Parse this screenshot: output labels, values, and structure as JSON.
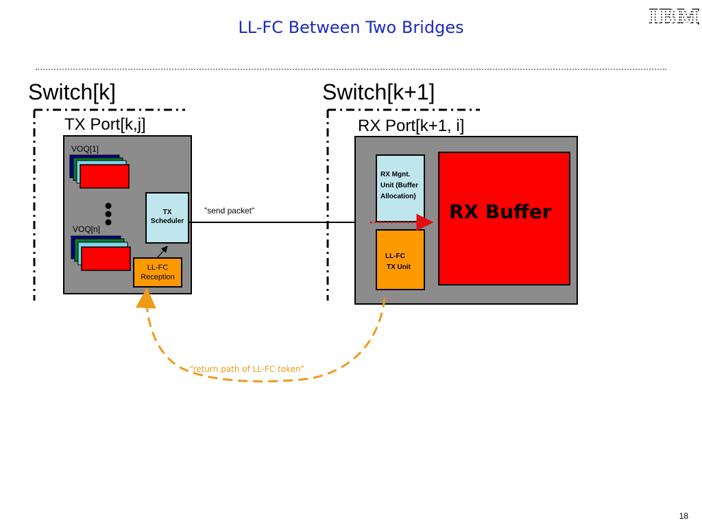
{
  "slide": {
    "title": "LL-FC Between Two Bridges",
    "logo": "IBM",
    "page_number": "18"
  },
  "left": {
    "switch_label": "Switch[k]",
    "port_label": "TX Port[k,j]",
    "voq_first": "VOQ[1]",
    "voq_last": "VOQ[n]",
    "tx_scheduler": [
      "TX",
      "Scheduler"
    ],
    "llfc_reception": [
      "LL-FC",
      "Reception"
    ]
  },
  "right": {
    "switch_label": "Switch[k+1]",
    "port_label": "RX Port[k+1, i]",
    "rx_mgmt": [
      "RX Mgnt.",
      "Unit (Buffer",
      "Allocation)"
    ],
    "llfc_tx_unit": [
      "LL-FC",
      "TX Unit"
    ],
    "rx_buffer": "RX Buffer"
  },
  "links": {
    "send_packet": "\"send packet\"",
    "return_path": "“return path of LL-FC token”"
  },
  "colors": {
    "title": "#1a2bbf",
    "port_gray": "#8c8c8c",
    "rx_buffer": "#ff0000",
    "light_blue": "#bfe6ec",
    "orange": "#ff9900",
    "dashed_orange": "#f09a1a",
    "dotted_red": "#e01010"
  }
}
